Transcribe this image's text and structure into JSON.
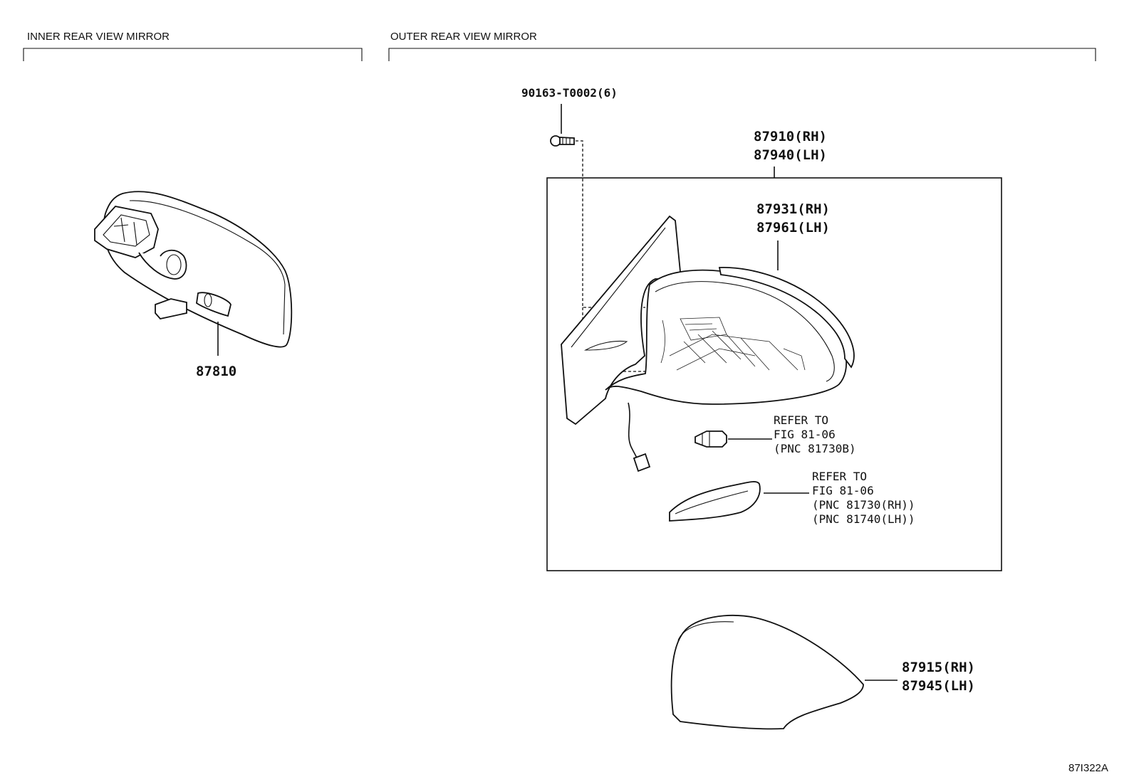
{
  "sections": {
    "inner_title": "INNER REAR VIEW MIRROR",
    "outer_title": "OUTER REAR VIEW MIRROR"
  },
  "callouts": {
    "inner_mirror": "87810",
    "screw": "90163-T0002(6)",
    "mirror_assy_rh": "87910(RH)",
    "mirror_assy_lh": "87940(LH)",
    "outer_mirror_rh": "87931(RH)",
    "outer_mirror_lh": "87961(LH)",
    "cover_rh": "87915(RH)",
    "cover_lh": "87945(LH)"
  },
  "references": {
    "bulb": [
      "REFER TO",
      "FIG 81-06",
      "(PNC 81730B)"
    ],
    "side_turn_lamp": [
      "REFER TO",
      "FIG 81-06",
      "(PNC 81730(RH))",
      "(PNC 81740(LH))"
    ]
  },
  "figure_id": "87I322A"
}
